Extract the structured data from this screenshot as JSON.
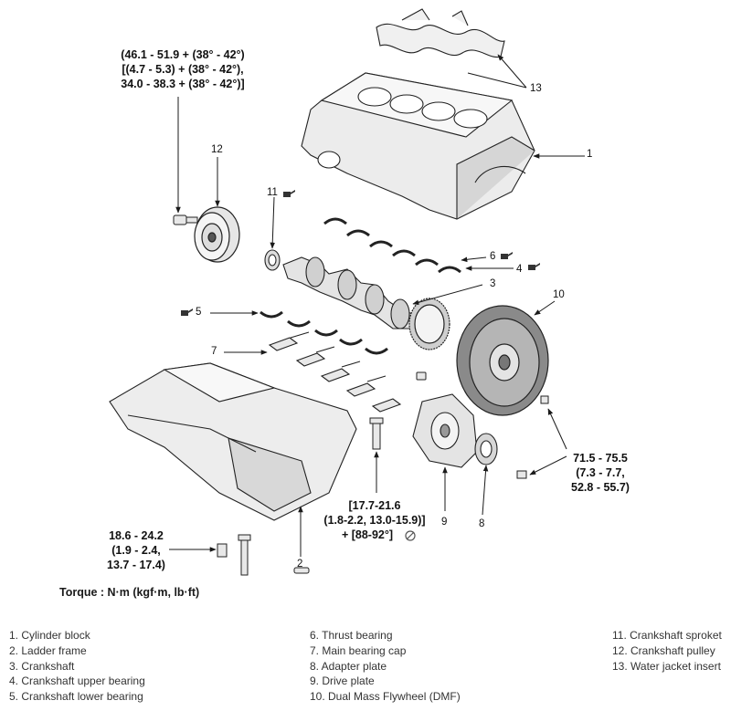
{
  "torques": {
    "pulley_bolt": [
      "(46.1 - 51.9 + (38° - 42°)",
      "[(4.7 - 5.3) + (38° - 42°),",
      "34.0 - 38.3 + (38° - 42°)]"
    ],
    "main_cap_bolt": [
      "[17.7-21.6",
      "(1.8-2.2, 13.0-15.9)]",
      "+ [88-92°]"
    ],
    "flywheel_bolt": [
      "71.5 - 75.5",
      "(7.3 - 7.7,",
      "52.8 - 55.7)"
    ],
    "frame_bolt": [
      "18.6 - 24.2",
      "(1.9 - 2.4,",
      "13.7 - 17.4)"
    ]
  },
  "torque_unit_note": "Torque : N·m (kgf·m, lb·ft)",
  "callouts": {
    "n1": "1",
    "n2": "2",
    "n3": "3",
    "n4": "4",
    "n5": "5",
    "n6": "6",
    "n7": "7",
    "n8": "8",
    "n9": "9",
    "n10": "10",
    "n11": "11",
    "n12": "12",
    "n13": "13"
  },
  "legend": {
    "col1": [
      "1. Cylinder block",
      "2. Ladder frame",
      "3. Crankshaft",
      "4. Crankshaft upper bearing",
      "5. Crankshaft lower bearing"
    ],
    "col2": [
      "6. Thrust bearing",
      "7. Main bearing cap",
      "8. Adapter plate",
      "9. Drive plate",
      "10. Dual Mass Flywheel (DMF)"
    ],
    "col3": [
      "11. Crankshaft sproket",
      "12. Crankshaft pulley",
      "13. Water jacket insert"
    ]
  },
  "colors": {
    "line": "#1a1a1a",
    "part_fill": "#f2f2f2",
    "part_shade": "#bdbdbd",
    "dark": "#555555",
    "oil_icon": "#333333"
  },
  "icons": [
    "oil-can-icon",
    "no-reuse-icon"
  ]
}
